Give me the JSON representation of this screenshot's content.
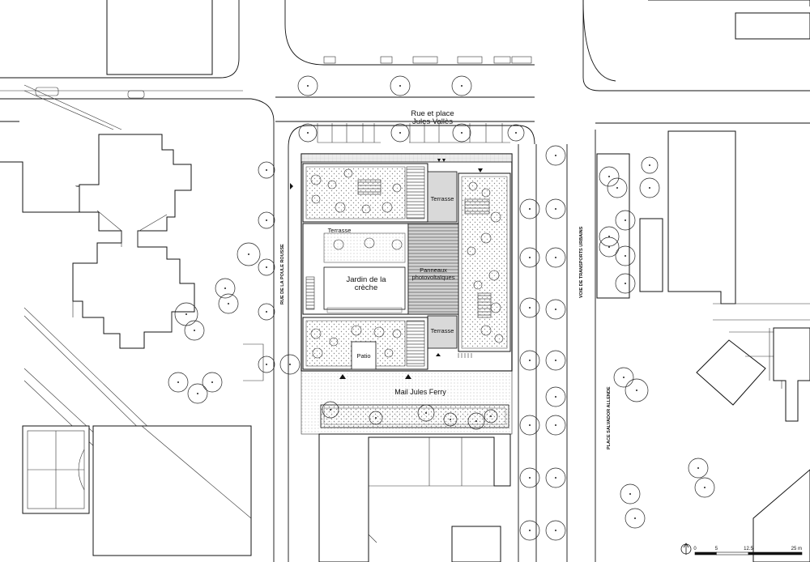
{
  "labels": {
    "street_top_line1": "Rue et place",
    "street_top_line2": "Jules Vallès",
    "street_left": "RUE DE LA POULE ROUSSE",
    "street_right": "VOIE DE TRANSPORTS URBAINS",
    "place_right": "PLACE SALVADOR ALLENDE",
    "terrace_top_left": "Terrasse",
    "terrace_top_right": "Terrasse",
    "terrace_bottom_right": "Terrasse",
    "panels_line1": "Panneaux",
    "panels_line2": "photovoltaïques",
    "garden_line1": "Jardin de la",
    "garden_line2": "crèche",
    "patio": "Patio",
    "mall": "Mail Jules Ferry"
  },
  "scale_bar": {
    "ticks": [
      "0",
      "5",
      "12.5",
      "25 m"
    ],
    "values_m": [
      0,
      5,
      12.5,
      25
    ]
  },
  "colors": {
    "ink": "#111111",
    "panel_fill": "#8c8c8c",
    "roof_fill": "#d6d6d6",
    "garden_dots": "#9a9a9a"
  }
}
